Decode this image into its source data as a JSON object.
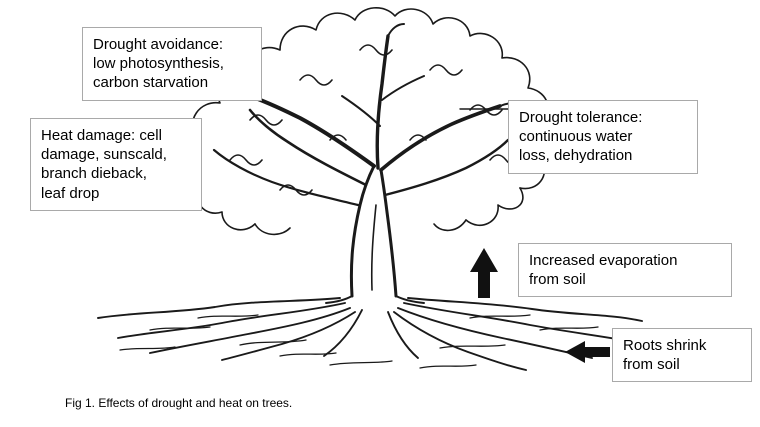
{
  "figure": {
    "caption": "Fig 1. Effects of drought and heat on trees."
  },
  "callouts": {
    "drought_avoidance": "Drought avoidance:\nlow photosynthesis,\ncarbon starvation",
    "heat_damage": "Heat damage: cell\ndamage, sunscald,\nbranch dieback,\nleaf drop",
    "drought_tolerance": "Drought tolerance:\ncontinuous water\nloss, dehydration",
    "increased_evaporation": "Increased evaporation\nfrom soil",
    "roots_shrink": "Roots shrink\nfrom soil"
  },
  "icons": {
    "evaporation_arrow": "up-arrow",
    "roots_arrow": "left-arrow"
  },
  "colors": {
    "ink": "#1a1a1a",
    "box_border": "#a9a9a9",
    "background": "#ffffff"
  }
}
